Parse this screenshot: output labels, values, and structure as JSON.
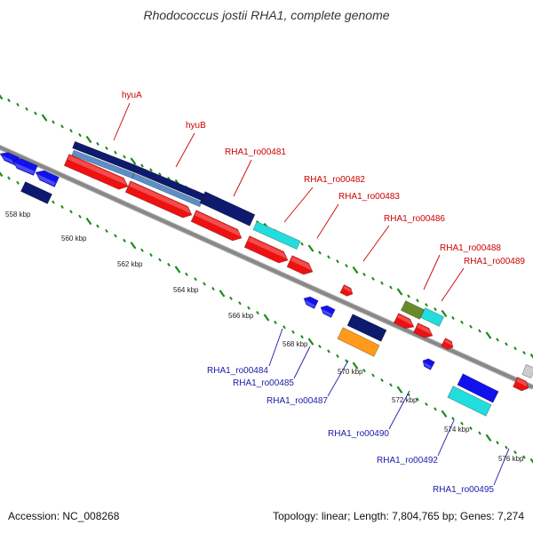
{
  "title": "Rhodococcus jostii RHA1, complete genome",
  "footer": {
    "accession": "Accession: NC_008268",
    "stats": "Topology: linear; Length: 7,804,765 bp; Genes: 7,274"
  },
  "ruler": {
    "unit": "kbp",
    "labels": [
      "558 kbp",
      "560 kbp",
      "562 kbp",
      "564 kbp",
      "566 kbp",
      "568 kbp",
      "570 kbp",
      "572 kbp",
      "574 kbp",
      "576 kbp"
    ]
  },
  "gene_labels_forward": [
    "hyuA",
    "hyuB",
    "RHA1_ro00481",
    "RHA1_ro00482",
    "RHA1_ro00483",
    "RHA1_ro00486",
    "RHA1_ro00488",
    "RHA1_ro00489"
  ],
  "gene_labels_reverse": [
    "RHA1_ro00484",
    "RHA1_ro00485",
    "RHA1_ro00487",
    "RHA1_ro00490",
    "RHA1_ro00492",
    "RHA1_ro00495"
  ],
  "colors": {
    "forward_label": "#cc0000",
    "reverse_label": "#1a1aaa",
    "backbone": "#888888",
    "tick": "#1a8a1a",
    "cds_forward": "#ee1111",
    "cds_reverse": "#1111ee",
    "cog_navy": "#0d1a6e",
    "cog_steel": "#5a8fc8",
    "cog_cyan": "#22dddd",
    "cog_orange": "#ff9a1a",
    "cog_olive": "#6a8a2a",
    "cog_grey": "#cccccc"
  }
}
